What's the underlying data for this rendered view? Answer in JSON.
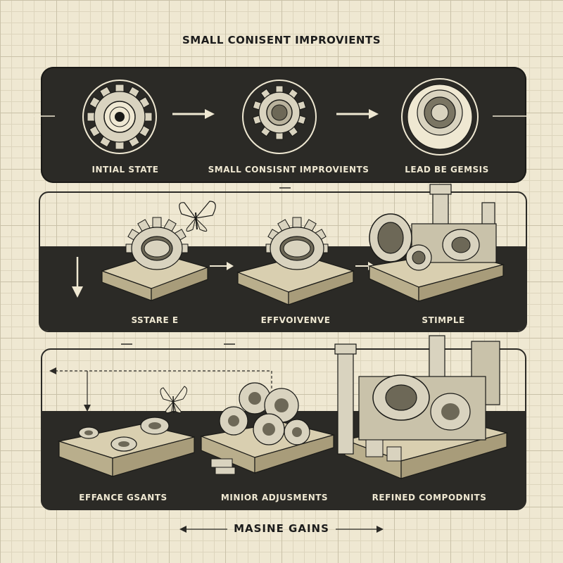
{
  "header": {
    "title": "SMALL CONISENT IMPROVIENTS"
  },
  "row1": {
    "labels": [
      "INTIAL STATE",
      "SMALL CONSISNT IMPROVIENTS",
      "LEAD BE GEMSIS"
    ]
  },
  "row2": {
    "labels": [
      "SSTARE E",
      "EFFVOIVENVE",
      "STIMPLE"
    ]
  },
  "row3": {
    "labels": [
      "EFFANCE GSANTS",
      "MINIOR ADJUSMENTS",
      "REFINED COMPODNITS"
    ]
  },
  "footer": {
    "title": "MASINE GAINS"
  },
  "colors": {
    "paper": "#efe8d2",
    "ink": "#2b2a26",
    "metal": "#d9d3bf"
  },
  "icons": [
    "gear-icon",
    "arrow-right-icon",
    "arrow-down-icon",
    "butterfly-icon",
    "machine-icon"
  ]
}
